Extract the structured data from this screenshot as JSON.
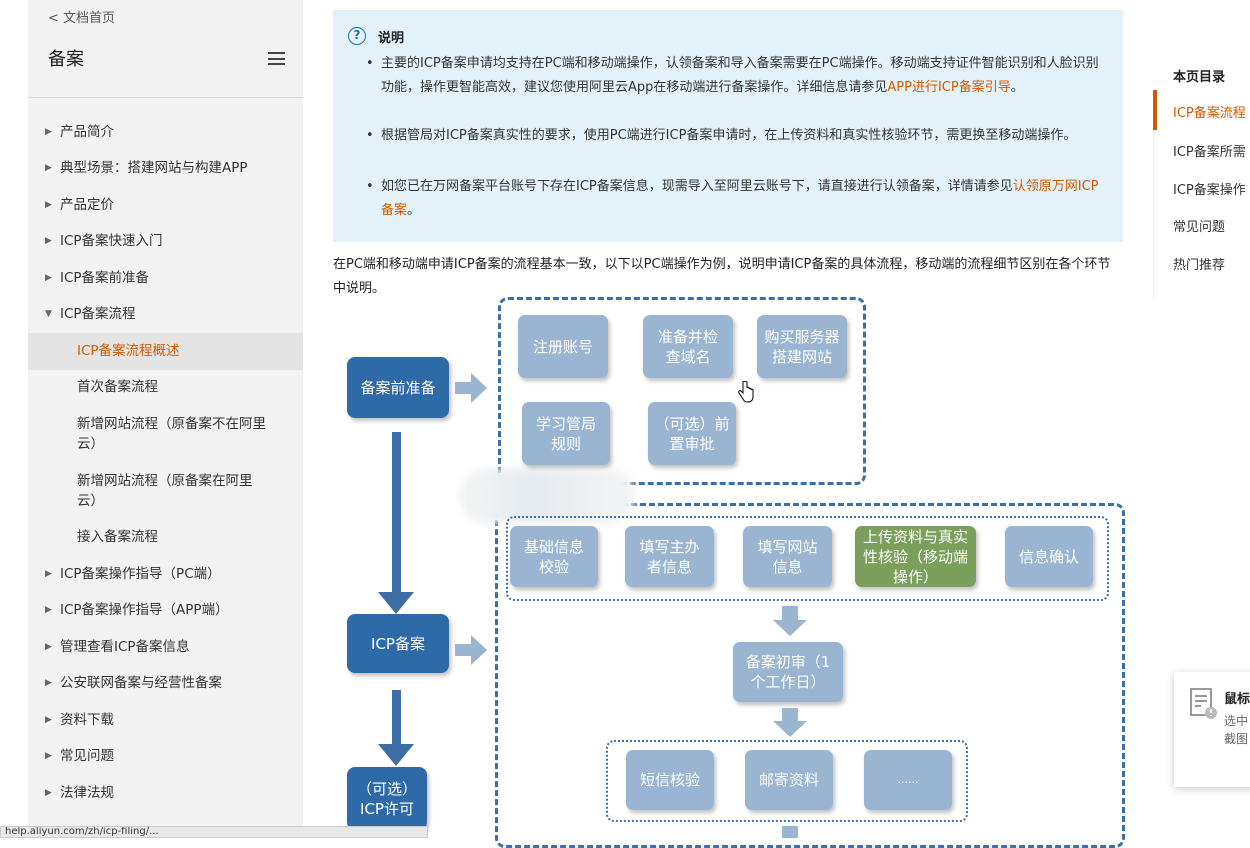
{
  "sidebar": {
    "back": "< 文档首页",
    "title": "备案",
    "items": [
      {
        "label": "产品简介"
      },
      {
        "label": "典型场景：搭建网站与构建APP"
      },
      {
        "label": "产品定价"
      },
      {
        "label": "ICP备案快速入门"
      },
      {
        "label": "ICP备案前准备"
      },
      {
        "label": "ICP备案流程"
      }
    ],
    "children": [
      {
        "label": "ICP备案流程概述"
      },
      {
        "label": "首次备案流程"
      },
      {
        "label": "新增网站流程（原备案不在阿里云）"
      },
      {
        "label": "新增网站流程（原备案在阿里云）"
      },
      {
        "label": "接入备案流程"
      }
    ],
    "items2": [
      {
        "label": "ICP备案操作指导（PC端）"
      },
      {
        "label": "ICP备案操作指导（APP端）"
      },
      {
        "label": "管理查看ICP备案信息"
      },
      {
        "label": "公安联网备案与经营性备案"
      },
      {
        "label": "资料下载"
      },
      {
        "label": "常见问题"
      },
      {
        "label": "法律法规"
      }
    ]
  },
  "note": {
    "title": "说明",
    "b1": "主要的ICP备案申请均支持在PC端和移动端操作，认领备案和导入备案需要在PC端操作。移动端支持证件智能识别和人脸识别功能，操作更智能高效，建议您使用阿里云App在移动端进行备案操作。详细信息请参见",
    "b1_link": "APP进行ICP备案引导",
    "b1_end": "。",
    "b2": "根据管局对ICP备案真实性的要求，使用PC端进行ICP备案申请时，在上传资料和真实性核验环节，需更换至移动端操作。",
    "b3": "如您已在万网备案平台账号下存在ICP备案信息，现需导入至阿里云账号下，请直接进行认领备案，详情请参见",
    "b3_link": "认领原万网ICP备案",
    "b3_end": "。"
  },
  "paragraph": "在PC端和移动端申请ICP备案的流程基本一致，以下以PC端操作为例，说明申请ICP备案的具体流程，移动端的流程细节区别在各个环节中说明。",
  "diagram": {
    "stage1": "备案前准备",
    "stage2": "ICP备案",
    "stage3": "（可选）ICP许可",
    "prep": [
      "注册账号",
      "准备并检查域名",
      "购买服务器搭建网站",
      "学习管局规则",
      "（可选）前置审批"
    ],
    "steps": [
      "基础信息校验",
      "填写主办者信息",
      "填写网站信息",
      "上传资料与真实性核验（移动端操作）",
      "信息确认"
    ],
    "review": "备案初审（1个工作日）",
    "post": [
      "短信核验",
      "邮寄资料",
      "......"
    ]
  },
  "toc": {
    "title": "本页目录",
    "items": [
      "ICP备案流程",
      "ICP备案所需",
      "ICP备案操作",
      "常见问题",
      "热门推荐"
    ]
  },
  "toast": {
    "title": "鼠标",
    "line1": "选中",
    "line2": "截图"
  },
  "status_url": "help.aliyun.com/zh/icp-filing/..."
}
